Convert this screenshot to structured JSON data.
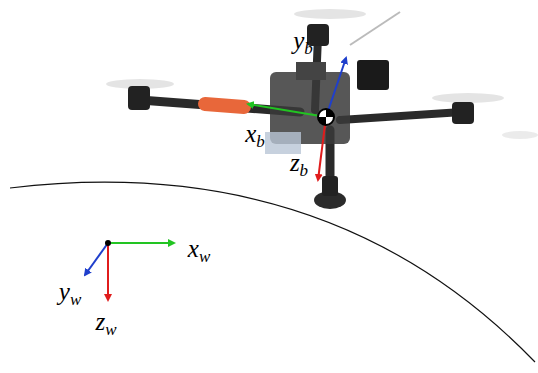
{
  "diagram": {
    "labels": [
      "yb",
      "xb",
      "zb",
      "xw",
      "yw",
      "zw"
    ]
  }
}
